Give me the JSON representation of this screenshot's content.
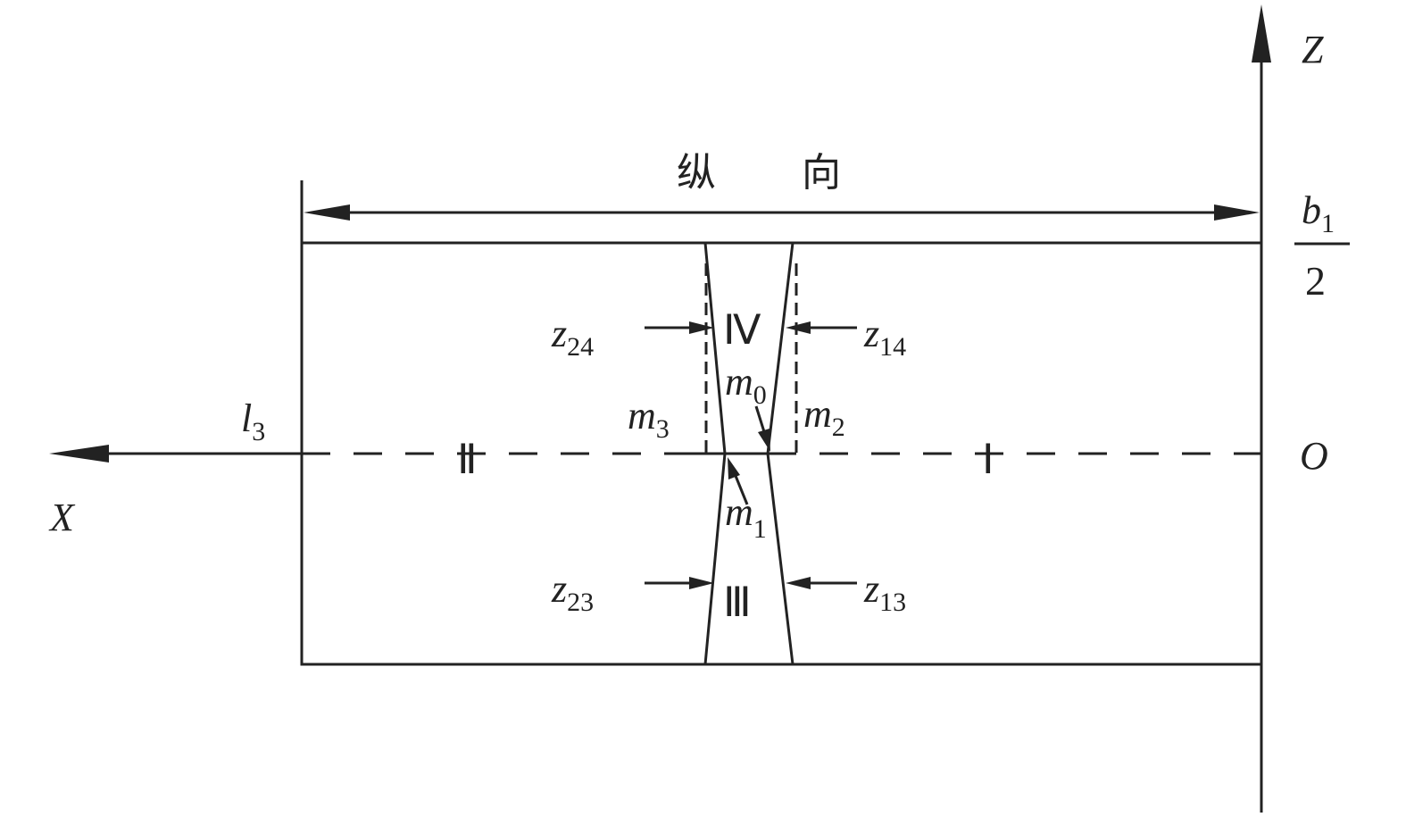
{
  "labels": {
    "longitudinal": [
      "纵",
      "向"
    ],
    "z_axis": "Z",
    "x_axis": "X",
    "origin": "O",
    "b1_num": "b",
    "b1_sub": "1",
    "b1_den": "2",
    "l3": "l",
    "l3_sub": "3",
    "region_1": "Ⅰ",
    "region_2": "Ⅱ",
    "region_3": "Ⅲ",
    "region_4": "Ⅳ",
    "z24": "z",
    "z24_sub": "24",
    "z14": "z",
    "z14_sub": "14",
    "z23": "z",
    "z23_sub": "23",
    "z13": "z",
    "z13_sub": "13",
    "m0": "m",
    "m0_sub": "0",
    "m1": "m",
    "m1_sub": "1",
    "m2": "m",
    "m2_sub": "2",
    "m3": "m",
    "m3_sub": "3"
  }
}
